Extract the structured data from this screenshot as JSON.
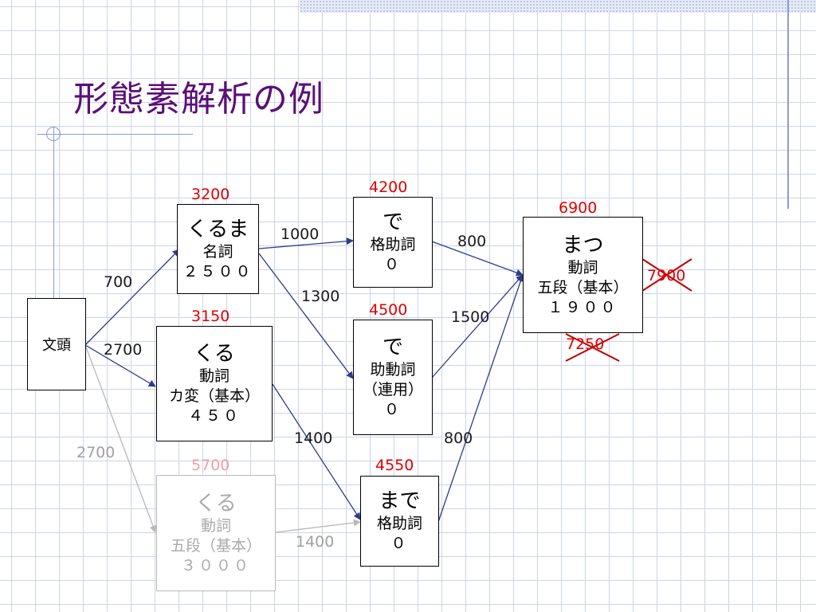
{
  "slide": {
    "title": "形態素解析の例"
  },
  "colors": {
    "title": "#5b0f78",
    "cumulative_cost": "#e00000",
    "edge": "#2e3a8c",
    "faded": "#aaaaaa",
    "cross_mark": "#c00000"
  },
  "nodes": {
    "bos": {
      "label": "文頭"
    },
    "kuruma": {
      "surface": "くるま",
      "pos": "名詞",
      "cost": "２５００",
      "total": "3200"
    },
    "kuru_kahen": {
      "surface": "くる",
      "pos": "動詞",
      "conj": "カ変（基本）",
      "cost": "４５０",
      "total": "3150"
    },
    "kuru_godan": {
      "surface": "くる",
      "pos": "動詞",
      "conj": "五段（基本）",
      "cost": "３０００",
      "total": "5700"
    },
    "de_kaku": {
      "surface": "で",
      "pos": "格助詞",
      "cost": "０",
      "total": "4200"
    },
    "de_jodoushi": {
      "surface": "で",
      "pos": "助動詞",
      "conj": "（連用）",
      "cost": "０",
      "total": "4500"
    },
    "made": {
      "surface": "まで",
      "pos": "格助詞",
      "cost": "０",
      "total": "4550"
    },
    "matsu": {
      "surface": "まつ",
      "pos": "動詞",
      "conj": "五段（基本）",
      "cost": "１９００",
      "total": "6900"
    }
  },
  "edges": {
    "bos_kuruma": "700",
    "bos_kahen": "2700",
    "bos_godan": "2700",
    "kuruma_de_kaku": "1000",
    "kuruma_de_jodoushi": "1300",
    "kahen_made": "1400",
    "godan_made": "1400",
    "de_kaku_matsu": "800",
    "de_jodoushi_matsu": "1500",
    "made_matsu": "800"
  },
  "rejected_totals": {
    "via_de_kaku": "7900",
    "via_de_jodoushi": "7250"
  }
}
